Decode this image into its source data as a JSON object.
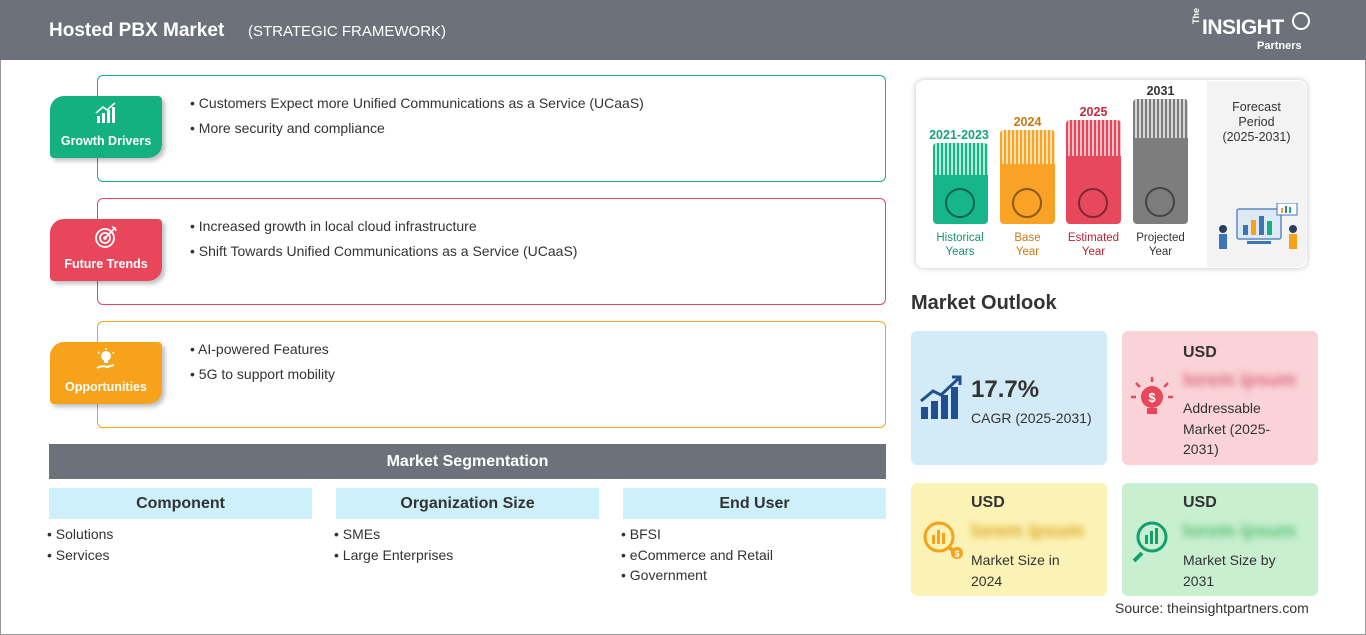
{
  "header": {
    "title": "Hosted PBX Market",
    "subtitle": "(STRATEGIC FRAMEWORK)",
    "logo_the": "The",
    "logo_insight": "INSIGHT",
    "logo_partners": "Partners"
  },
  "strategy": {
    "growth_drivers": {
      "label": "Growth Drivers",
      "items": [
        "Customers Expect more Unified Communications as a Service (UCaaS)",
        "More security and compliance"
      ]
    },
    "future_trends": {
      "label": "Future Trends",
      "items": [
        "Increased growth in local cloud infrastructure",
        "Shift Towards Unified Communications as a Service (UCaaS)"
      ]
    },
    "opportunities": {
      "label": "Opportunities",
      "items": [
        "AI-powered Features",
        "5G to support mobility"
      ]
    }
  },
  "segmentation": {
    "title": "Market Segmentation",
    "columns": [
      {
        "header": "Component",
        "items": [
          "Solutions",
          "Services"
        ]
      },
      {
        "header": "Organization Size",
        "items": [
          "SMEs",
          "Large Enterprises"
        ]
      },
      {
        "header": "End User",
        "items": [
          "BFSI",
          "eCommerce and Retail",
          "Government"
        ]
      }
    ]
  },
  "timeline": {
    "historical": {
      "year": "2021-2023",
      "label_1": "Historical",
      "label_2": "Years"
    },
    "base": {
      "year": "2024",
      "label_1": "Base",
      "label_2": "Year"
    },
    "estimated": {
      "year": "2025",
      "label_1": "Estimated",
      "label_2": "Year"
    },
    "projected": {
      "year": "2031",
      "label_1": "Projected",
      "label_2": "Year"
    },
    "forecast": {
      "line_1": "Forecast",
      "line_2": "Period",
      "line_3": "(2025-2031)"
    }
  },
  "outlook": {
    "title": "Market Outlook",
    "cagr": {
      "value": "17.7%",
      "label": "CAGR (2025-2031)"
    },
    "addressable": {
      "currency": "USD",
      "value": "lorem ipsum",
      "label_1": "Addressable",
      "label_2": "Market (2025-",
      "label_3": "2031)"
    },
    "size_2024": {
      "currency": "USD",
      "value": "lorem ipsum",
      "label_1": "Market Size in",
      "label_2": "2024"
    },
    "size_2031": {
      "currency": "USD",
      "value": "lorem ipsum",
      "label_1": "Market Size by",
      "label_2": "2031"
    }
  },
  "source": "Source: theinsightpartners.com",
  "colors": {
    "header": "#6d7179",
    "green": "#14b07f",
    "red": "#e8465b",
    "orange": "#f6a21a",
    "teal_bar": "#17b58a",
    "orange_bar": "#f8a325",
    "red_bar": "#e8485c",
    "gray_bar": "#7d7d7d",
    "cagr_card": "#d3eaf7",
    "addressable_card": "#f9d3d8",
    "size2024_card": "#fbf3b5",
    "size2031_card": "#c8efcf"
  },
  "icons": {
    "growth": "bar-chart-icon",
    "trends": "target-icon",
    "opportunities": "lightbulb-hand-icon",
    "cagr": "growth-chart-icon",
    "addressable": "dollar-bulb-icon",
    "size_2024": "analytics-magnifier-icon",
    "size_2031": "growth-magnifier-icon"
  }
}
